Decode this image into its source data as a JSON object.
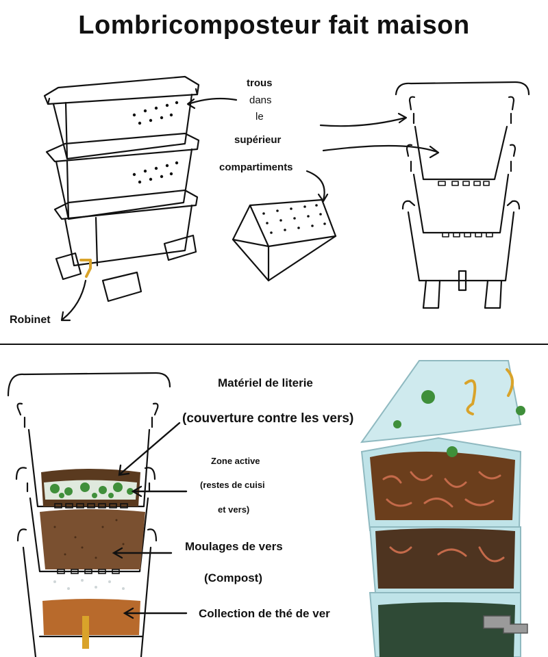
{
  "title": "Lombricomposteur fait maison",
  "top_labels": {
    "holes_line1": "trous",
    "holes_line2": "dans",
    "holes_line3": "le",
    "holes_line4": "supérieur",
    "holes_line5": "compartiments",
    "tap": "Robinet"
  },
  "bottom_labels": {
    "bedding": "Matériel de literie",
    "bedding_sub": "(couverture contre les vers)",
    "active_zone": "Zone active",
    "active_zone_sub1": "(restes de cuisi",
    "active_zone_sub2": "et vers)",
    "castings": "Moulages de vers",
    "castings_sub": "(Compost)",
    "tea": "Collection de thé de ver"
  },
  "colors": {
    "soil_dark": "#5a3a1f",
    "soil_mid": "#7a5030",
    "tea": "#b86a2c",
    "leaves": "#3f8f3a",
    "glass": "#bfe3e8",
    "brass": "#d9a32a"
  }
}
